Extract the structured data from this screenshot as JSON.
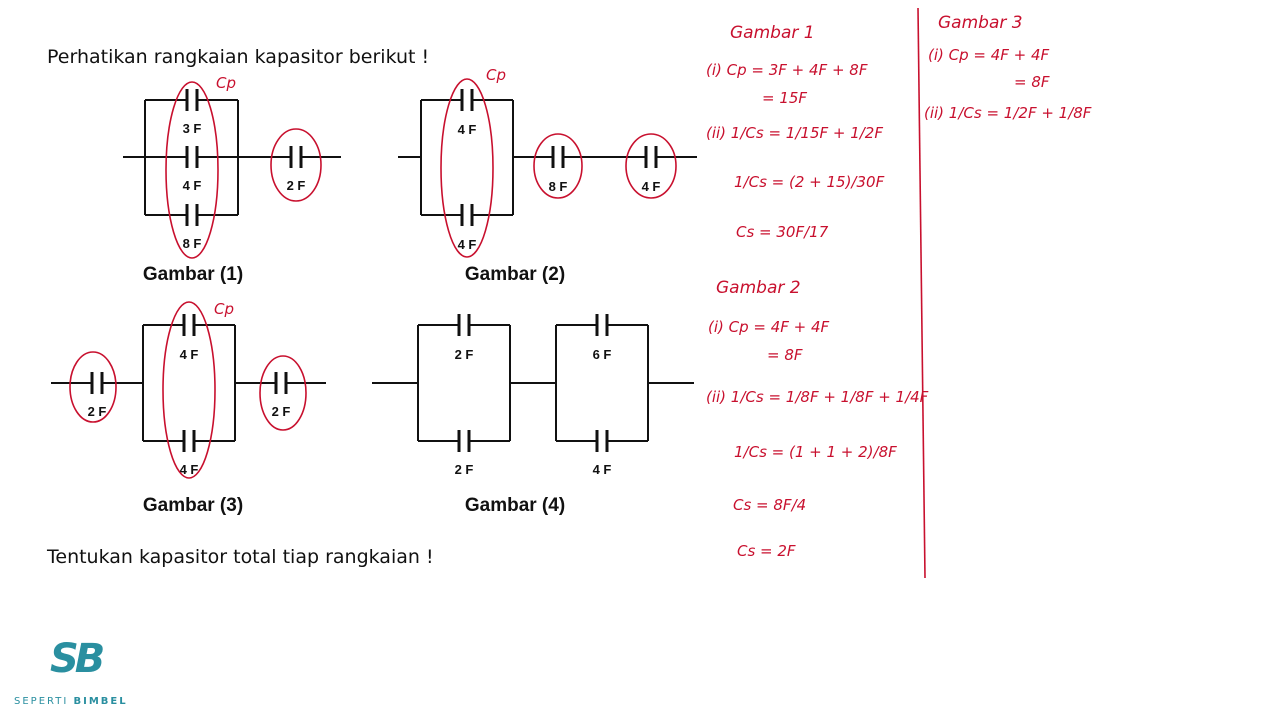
{
  "question": "Perhatikan rangkaian kapasitor berikut !",
  "task": "Tentukan kapasitor total tiap rangkaian !",
  "logo": {
    "mark": "SB",
    "word1": "SEPERTI",
    "word2": "BIMBEL"
  },
  "figures": [
    {
      "caption": "Gambar (1)",
      "annotation": "Cp",
      "capacitors": {
        "p1": "3 F",
        "p2": "4 F",
        "p3": "8 F",
        "s1": "2 F"
      }
    },
    {
      "caption": "Gambar (2)",
      "annotation": "Cp",
      "capacitors": {
        "p1": "4 F",
        "p2": "4 F",
        "s1": "8 F",
        "s2": "4 F"
      }
    },
    {
      "caption": "Gambar (3)",
      "annotation": "Cp",
      "capacitors": {
        "s1": "2 F",
        "p1": "4 F",
        "p2": "4 F",
        "s2": "2 F"
      }
    },
    {
      "caption": "Gambar (4)",
      "capacitors": {
        "a1": "2 F",
        "a2": "2 F",
        "b1": "6 F",
        "b2": "4 F"
      }
    }
  ],
  "notes": {
    "g1": {
      "title": "Gambar 1",
      "l1": "(i) Cp = 3F + 4F + 8F",
      "l2": "= 15F",
      "l3": "(ii) 1/Cs = 1/15F + 1/2F",
      "l4": "1/Cs = (2 + 15)/30F",
      "l5": "Cs = 30F/17"
    },
    "g2": {
      "title": "Gambar 2",
      "l1": "(i) Cp = 4F + 4F",
      "l2": "= 8F",
      "l3": "(ii) 1/Cs = 1/8F + 1/8F + 1/4F",
      "l4": "1/Cs = (1 + 1 + 2)/8F",
      "l5": "Cs = 8F/4",
      "l6": "Cs = 2F"
    },
    "g3": {
      "title": "Gambar 3",
      "l1": "(i) Cp = 4F + 4F",
      "l2": "= 8F",
      "l3": "(ii) 1/Cs = 1/2F + 1/8F"
    }
  },
  "colors": {
    "ink": "#111111",
    "annotation": "#c8102e",
    "brand": "#2a8fa0"
  }
}
